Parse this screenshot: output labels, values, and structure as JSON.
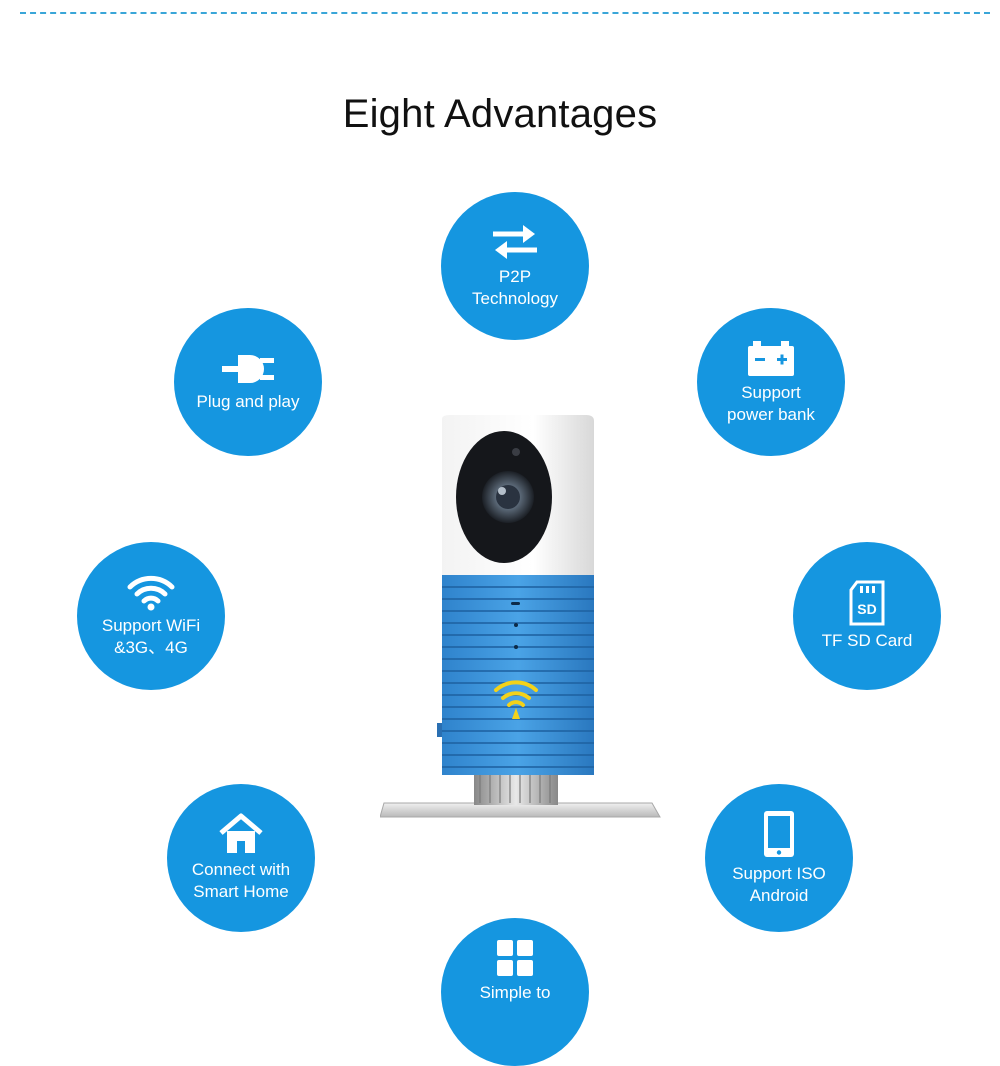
{
  "page": {
    "title": "Eight Advantages"
  },
  "advantages": [
    {
      "label": "P2P\nTechnology",
      "icon": "swap-arrows-icon"
    },
    {
      "label": "Plug and play",
      "icon": "plug-icon"
    },
    {
      "label": "Support\npower bank",
      "icon": "battery-icon"
    },
    {
      "label": "Support WiFi\n&3G、4G",
      "icon": "wifi-icon"
    },
    {
      "label": "TF SD Card",
      "icon": "sd-card-icon"
    },
    {
      "label": "Connect with\nSmart Home",
      "icon": "home-icon"
    },
    {
      "label": "Support ISO\nAndroid",
      "icon": "smartphone-icon"
    },
    {
      "label": "Simple to",
      "icon": "grid-apps-icon"
    }
  ],
  "colors": {
    "badge": "#1596e0",
    "camera_body": "#3a8fd6",
    "divider": "#3aa6d8"
  }
}
